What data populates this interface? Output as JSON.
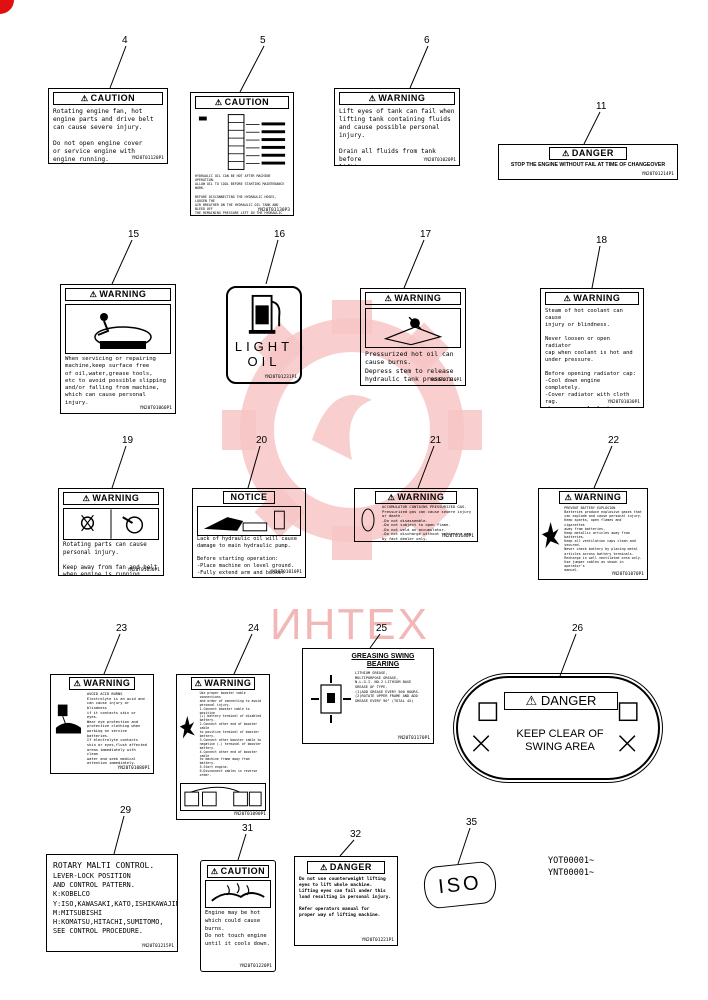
{
  "labels": [
    {
      "n": "4",
      "title": "CAUTION",
      "text": "Rotating engine fan, hot\nengine parts and drive belt\ncan cause severe injury.\n\nDo not open engine cover\nor service engine with\nengine running.",
      "code": "YN20T01120P1"
    },
    {
      "n": "5",
      "title": "CAUTION",
      "text": "HYDRAULIC OIL CAN BE HOT AFTER MACHINE OPERATION.\nALLOW OIL TO COOL BEFORE STARTING MAINTENANCE WORK.\n\nBEFORE DISCONNECTING THE HYDRAULIC HOSES, LOOSEN THE\nAIR BREATHER ON THE HYDRAULIC OIL TANK AND BLEED OFF\nTHE REMAINING PRESSURE LEFT IN THE HYDRAULIC SYSTEM.\n\nCONTROL PATTERN FUNCTIONS MUST CORRESPOND TO BLACK\nAND WHITE DECAL LOCATED ON THE CONTROL LEVER.",
      "code": "YN20T01130P3"
    },
    {
      "n": "6",
      "title": "WARNING",
      "text": "Lift eyes of tank can fail when\nlifting tank containing fluids\nand cause possible personal\ninjury.\n\nDrain all fluids from tank before\nlifting.",
      "code": "YN20T01020P1"
    },
    {
      "n": "11",
      "title": "DANGER",
      "text": "STOP THE ENGINE WITHOUT FAIL AT TIME OF CHANGEOVER",
      "code": "YN20T01214P1"
    },
    {
      "n": "15",
      "title": "WARNING",
      "text": "When servicing or repairing\nmachine,keep surface free\nof oil,water,grease tools,\netc to avoid possible slipping\nand/or falling from machine,\nwhich can cause personal injury.",
      "code": "YN20T01060P1"
    },
    {
      "n": "16",
      "title": "",
      "text": "LIGHT\nOIL",
      "code": "YN20T01231P1"
    },
    {
      "n": "17",
      "title": "WARNING",
      "text": "Pressurized hot oil can\ncause burns.\nDepress stem to release\nhydraulic tank pressure.",
      "code": "YN20T01110P1"
    },
    {
      "n": "18",
      "title": "WARNING",
      "text": "Steam of hot coolant can cause\ninjury or blindness.\n\nNever loosen or open radiator\ncap when coolant is hot and\nunder pressure.\n\nBefore opening radiator cap:\n-Cool down engine completely.\n-Cover radiator with cloth rag.\n-Loosen cap slowly to relieve\npressure.",
      "code": "YN20T01030P1"
    },
    {
      "n": "19",
      "title": "WARNING",
      "text": "Rotating parts can cause\npersonal injury.\n\nKeep away from fan and belt\nwhen engine is running.\nStop engine before servicing.",
      "code": "YN20T01050P1"
    },
    {
      "n": "20",
      "title": "NOTICE",
      "text": "Lack of hydraulic oil will cause\ndamage to main hydraulic pump.\n\nBefore starting operation:\n-Place machine on level ground.\n-Fully extend arm and bucket\ncylinders and lower boom to\nground.\n-Check hydraulic oil level gauge\nfor proper level.",
      "code": "YN20T01010P1"
    },
    {
      "n": "21",
      "title": "WARNING",
      "text": "ACCUMULATOR CONTAINS PRESSURIZED GAS.\nPressurized gas can cause severe injury\nor death.\n-Do not disassemble.\n-Do not subject to open flame.\n-Do not weld on accumulator.\n-Do not discharge without relieving gas\nby fact dealer only.",
      "code": "YN20T01140P1"
    },
    {
      "n": "22",
      "title": "WARNING",
      "text": "PREVENT BATTERY EXPLOSION\nBatteries produce explosive gases that\ncan explode and cause personal injury.\nKeep sparks, open flames and cigarettes\naway from batteries.\nKeep metallic articles away from\nbatteries.\nKeep all ventilation caps clean and secured.\nNever check battery by placing metal\narticles across battery terminals.\nRecharge in well ventilated area only.\nUse jumper cables as shown in operator's\nmanual.",
      "code": "YN20T01070P1"
    },
    {
      "n": "23",
      "title": "WARNING",
      "text": "AVOID ACID BURNS\nElectrolyte is an acid and\ncan cause injury or blindness\nif it contacts skin or eyes.\nWear eye protection and\nprotective clothing when\nworking on service batteries.\nIf electrolyte contacts\nskin or eyes,flush affected\nareas immediately with clean\nwater and seek medical\nattention immediately.",
      "code": "YN20T01080P1"
    },
    {
      "n": "24",
      "title": "WARNING",
      "text": "Use proper booster cable connections\nand order of connecting to avoid\npersonal injury.\n1.Connect booster cable to positive\n(+) battery terminal of disabled\nbattery.\n2.Connect other end of booster cable\nto positive terminal of booster battery.\n3.Connect other booster cable to\nnegative (-) terminal of booster battery.\n4.Connect other end of booster cable\nto machine frame away from battery.\n5.Start engine.\n6.Disconnect cables in reverse order.",
      "code": "YN20T01090P1"
    },
    {
      "n": "25",
      "title": "GREASING SWING\nBEARING",
      "text": "LITHIUM GREASE,\nMULTIPURPOSE GREASE,\nN.L.G.I. NO.2 LITHIUM BASE\nGREASE OF TYPE.\n(1)ADD GREASE EVERY 500 HOURS.\n(2)ROTATE UPPER FRAME AND ADD\nGREASE EVERY 90° (TOTAL 4X)",
      "code": "YN20T01170P1"
    },
    {
      "n": "26",
      "title": "DANGER",
      "text": "KEEP CLEAR OF\nSWING AREA",
      "code": ""
    },
    {
      "n": "29",
      "title": "ROTARY MALTI CONTROL.",
      "text": "LEVER-LOCK POSITION\nAND CONTROL PATTERN.\nK:KOBELCO\nY:ISO,KAWASAKI,KATO,ISHIKAWAJIMA,\nM:MITSUBISHI\nH:KOMATSU,HITACHI,SUMITOMO,\nSEE CONTROL PROCEDURE.",
      "code": "YN20T01215P1"
    },
    {
      "n": "31",
      "title": "CAUTION",
      "text": "Engine may be hot\nwhich could cause\nburns.\nDo not touch engine\nuntil it cools down.",
      "code": "YN20T01220P1"
    },
    {
      "n": "32",
      "title": "DANGER",
      "text": "Do not use counterweight lifting\neyes to lift whole machine.\nLifting eyes can fail under this\nload resulting in personal injury.\n\nRefer operators manual for\nproper way of lifting machine.",
      "code": "YN20T01221P1"
    },
    {
      "n": "35",
      "title": "",
      "text": "ISO",
      "code": ""
    }
  ],
  "serials": "YOT00001~\nYNT00001~",
  "watermark": "ИНТЕХ"
}
